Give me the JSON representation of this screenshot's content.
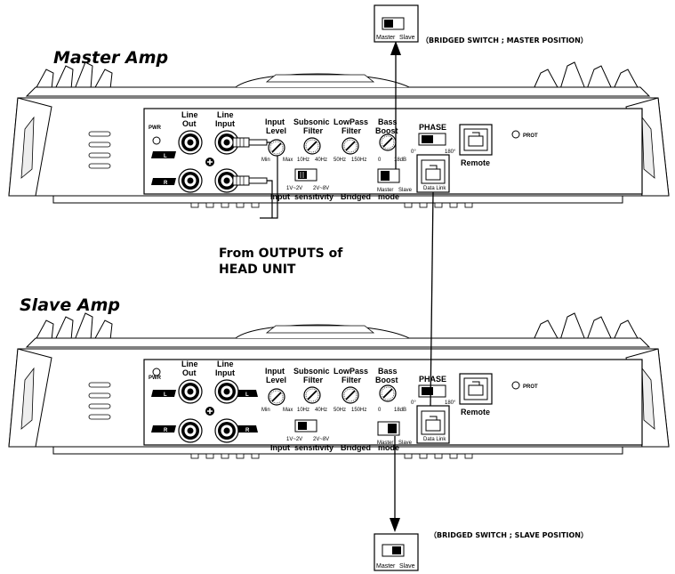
{
  "titles": {
    "master": "Master Amp",
    "slave": "Slave Amp"
  },
  "panel": {
    "pwr": "PWR",
    "line_out": [
      "Line",
      "Out"
    ],
    "line_input": [
      "Line",
      "Input"
    ],
    "input_level": [
      "Input",
      "Level"
    ],
    "subsonic": [
      "Subsonic",
      "Filter"
    ],
    "lowpass": [
      "LowPass",
      "Filter"
    ],
    "bass_boost": [
      "Bass",
      "Boost"
    ],
    "phase": "PHASE",
    "remote": "Remote",
    "prot": "PROT",
    "data_link": "Data Link",
    "ch_left": "L",
    "ch_right": "R",
    "min": "Min",
    "max": "Max",
    "hz10": "10Hz",
    "hz40": "40Hz",
    "hz50": "50Hz",
    "hz150": "150Hz",
    "db0": "0",
    "db18": "18dB",
    "deg0": "0°",
    "deg180": "180°",
    "sens_low": "1V~2V",
    "sens_high": "2V~8V",
    "sw_master": "Master",
    "sw_slave": "Slave",
    "bottom_labels": {
      "input": "Input",
      "sensitivity": "sensitivity",
      "bridged": "Bridged",
      "mode": "mode"
    }
  },
  "annotations": {
    "master_switch_note": "（BRIDGED SWITCH ; MASTER POSITION）",
    "slave_switch_note": "（BRIDGED SWITCH ; SLAVE POSITION）",
    "head_unit_line1": "From OUTPUTS of",
    "head_unit_line2": "HEAD UNIT"
  },
  "switch_labels": {
    "master": "Master",
    "slave": "Slave"
  }
}
